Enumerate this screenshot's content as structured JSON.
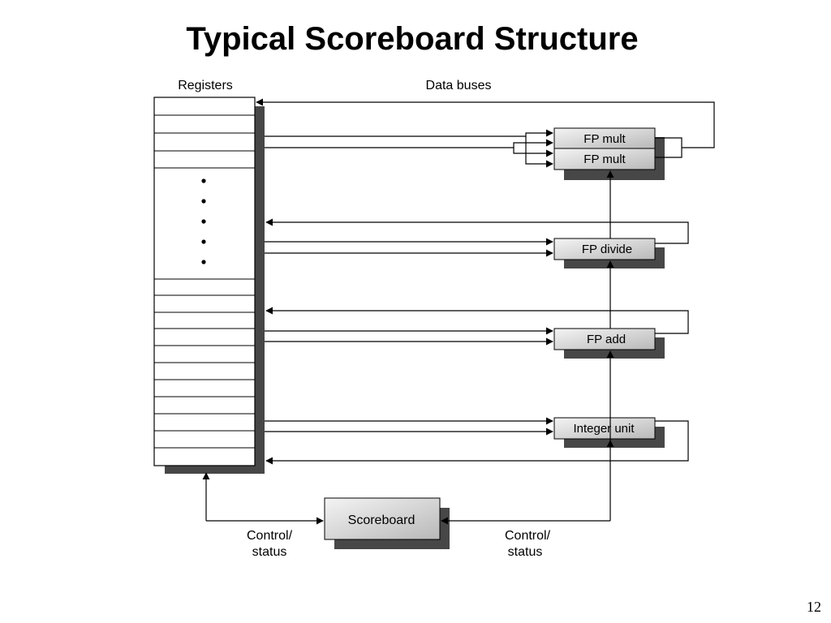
{
  "slide": {
    "title": "Typical Scoreboard Structure",
    "page_number": "12"
  },
  "diagram": {
    "registers_label": "Registers",
    "data_buses_label": "Data buses",
    "units": {
      "fp_mult_1": "FP mult",
      "fp_mult_2": "FP mult",
      "fp_divide": "FP divide",
      "fp_add": "FP add",
      "integer_unit": "Integer unit",
      "scoreboard": "Scoreboard"
    },
    "control_status_left": [
      "Control/",
      "status"
    ],
    "control_status_right": [
      "Control/",
      "status"
    ]
  },
  "colors": {
    "unit_fill_light": "#f2f2f2",
    "unit_fill_dark": "#bcbcbc",
    "shadow": "#474747",
    "line": "#000000"
  }
}
